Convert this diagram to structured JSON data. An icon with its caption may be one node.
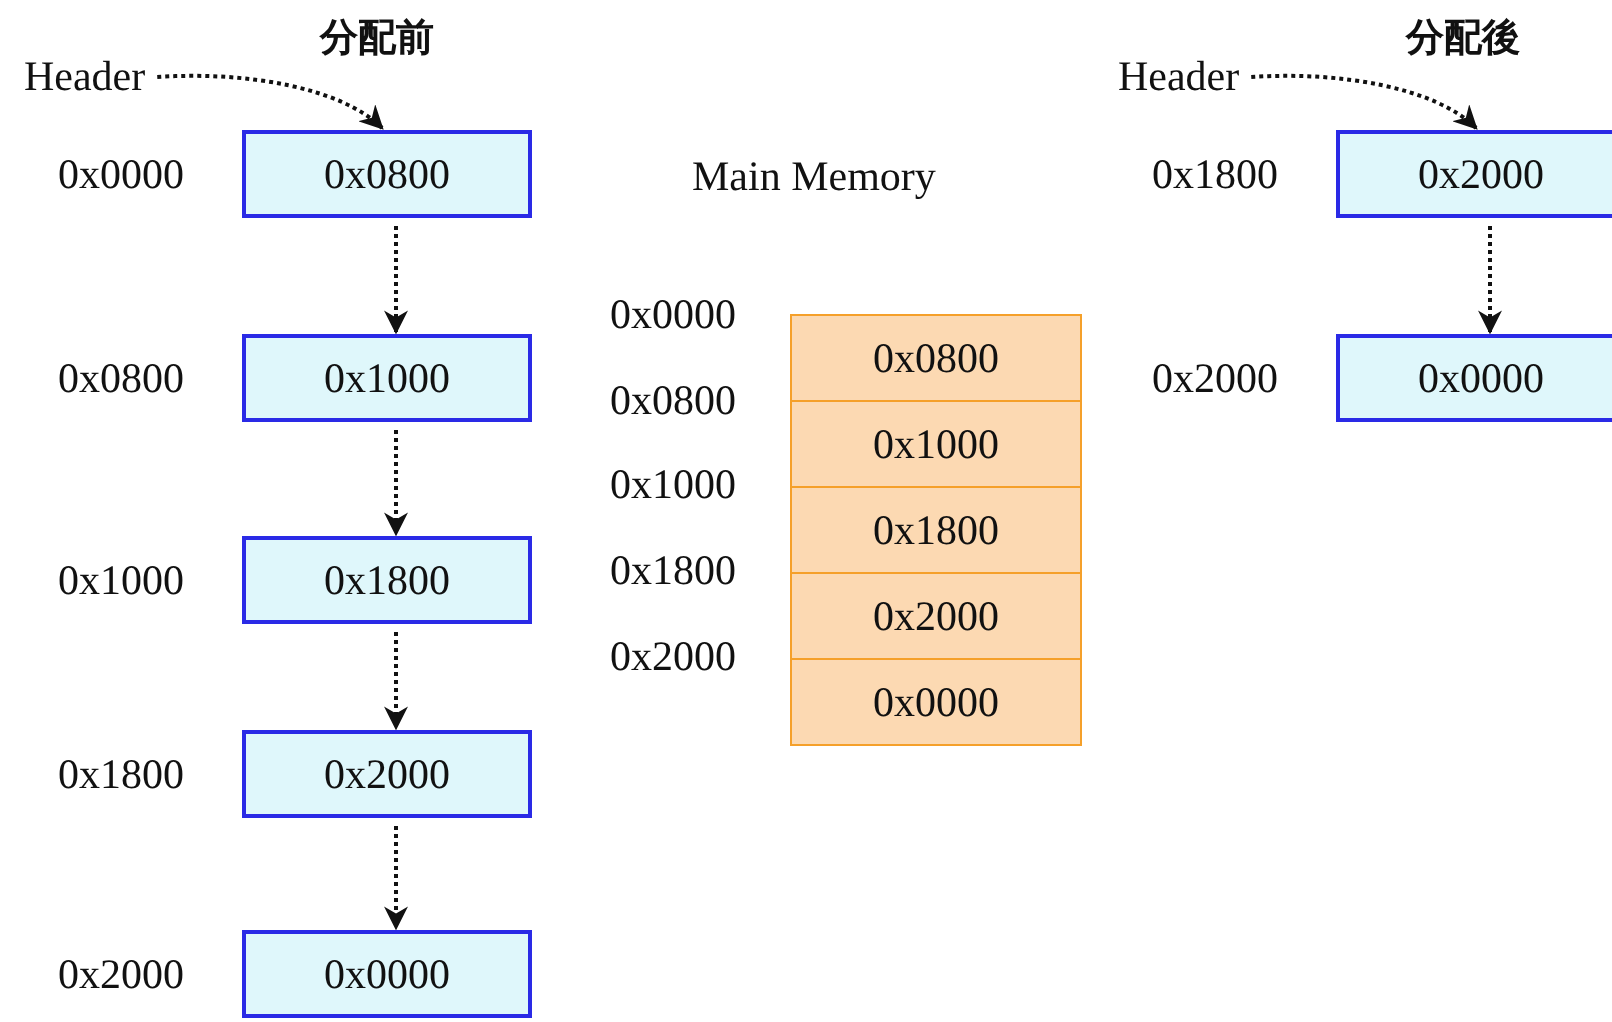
{
  "diagram": {
    "nodes": [
      {
        "text": [
          "Header"
        ]
      },
      {
        "text": [
          "0x0800"
        ],
        "beside": [
          "0x0000"
        ]
      },
      {
        "text": [
          "0x1000"
        ],
        "beside": [
          "0x0800"
        ]
      },
      {
        "text": [
          "0x1800"
        ],
        "beside": [
          "0x1000"
        ]
      },
      {
        "text": [
          "0x2000"
        ],
        "beside": [
          "0x1800"
        ]
      },
      {
        "text": [
          "0x0000"
        ],
        "beside": [
          "0x2000"
        ]
      },
      {
        "text": [
          "Main Memory"
        ]
      },
      {
        "text": [
          "0x0800"
        ],
        "in": 6
      },
      {
        "text": [
          "0x1000"
        ],
        "in": 6
      },
      {
        "text": [
          "0x1800"
        ],
        "in": 6
      },
      {
        "text": [
          "0x2000"
        ],
        "in": 6
      },
      {
        "text": [
          "0x0000"
        ],
        "in": 6
      },
      {
        "text": [
          "Header"
        ]
      },
      {
        "text": [
          "0x2000"
        ],
        "beside": [
          "0x1800"
        ]
      },
      {
        "text": [
          "0x0000"
        ],
        "beside": [
          "0x2000"
        ]
      }
    ],
    "edges": [
      {
        "from": 0,
        "to": 1,
        "arrow": "to"
      },
      {
        "from": 1,
        "to": 2,
        "arrow": "to"
      },
      {
        "from": 2,
        "to": 3,
        "arrow": "to"
      },
      {
        "from": 3,
        "to": 4,
        "arrow": "to"
      },
      {
        "from": 4,
        "to": 5,
        "arrow": "to"
      },
      {
        "from": 12,
        "to": 13,
        "arrow": "to"
      },
      {
        "from": 13,
        "to": 14,
        "arrow": "to"
      }
    ],
    "labels": [
      "分配前",
      "分配後",
      "0x0000",
      "0x0800",
      "0x1000",
      "0x1800",
      "0x2000"
    ]
  }
}
